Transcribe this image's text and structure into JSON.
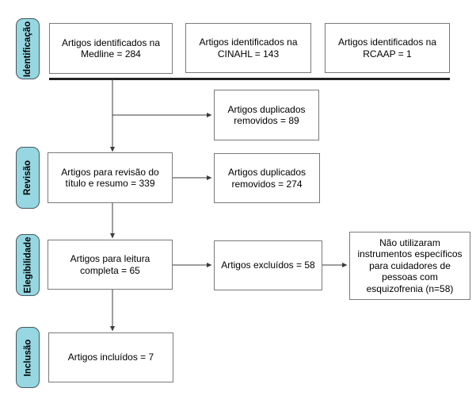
{
  "diagram": {
    "stages": [
      {
        "id": "identificacao",
        "label": "Identificação"
      },
      {
        "id": "revisao",
        "label": "Revisão"
      },
      {
        "id": "elegibilidade",
        "label": "Elegibilidade"
      },
      {
        "id": "inclusao",
        "label": "Inclusão"
      }
    ],
    "boxes": [
      {
        "id": "medline",
        "text": "Artigos identificados na\nMedline = 284"
      },
      {
        "id": "cinahl",
        "text": "Artigos identificados na\nCINAHL = 143"
      },
      {
        "id": "rcaap",
        "text": "Artigos identificados na\nRCAAP = 1"
      },
      {
        "id": "duplicados-removidos-89",
        "text": "Artigos duplicados\nremovidos = 89"
      },
      {
        "id": "revisao-titulo-resumo",
        "text": "Artigos para revisão do\ntítulo e resumo = 339"
      },
      {
        "id": "duplicados-removidos-274",
        "text": "Artigos duplicados\nremovidos = 274"
      },
      {
        "id": "leitura-completa",
        "text": "Artigos para leitura\ncompleta = 65"
      },
      {
        "id": "excluidos",
        "text": "Artigos excluídos = 58"
      },
      {
        "id": "nao-utilizaram",
        "text": "Não utilizaram\ninstrumentos específicos\npara cuidadores de\npessoas com\nesquizofrenia (n=58)"
      },
      {
        "id": "incluidos",
        "text": "Artigos incluídos = 7"
      }
    ],
    "colors": {
      "stage_fill": "#96d7e2",
      "stage_border": "#46585f",
      "box_border": "#7a7a7a",
      "line": "#3c3c3c",
      "separator": "#222222"
    }
  }
}
